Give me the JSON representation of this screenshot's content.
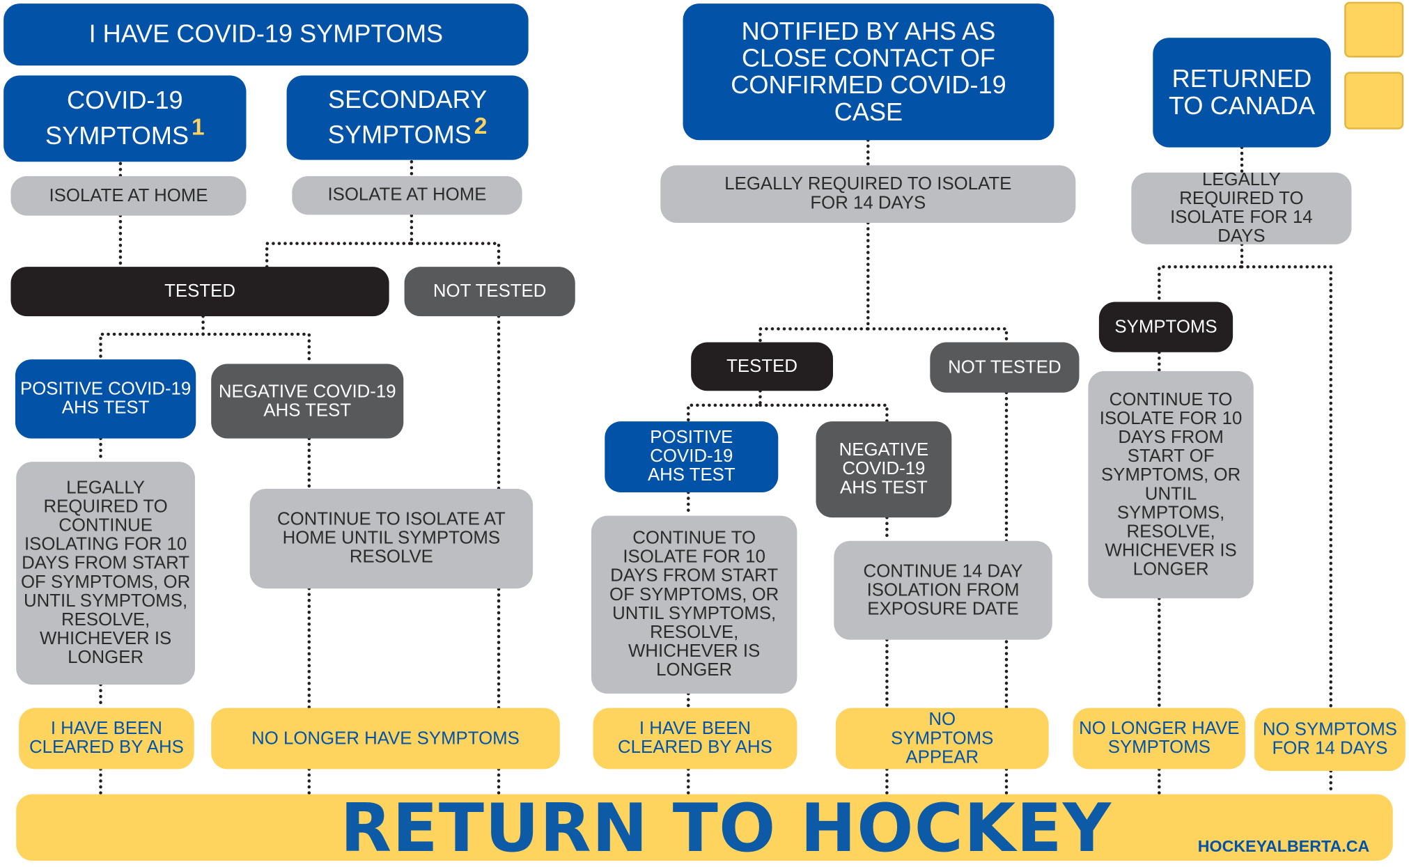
{
  "column1": {
    "header": "I HAVE COVID-19 SYMPTOMS",
    "covid_symptoms": "COVID-19 SYMPTOMS",
    "covid_symptoms_note": "1",
    "secondary_symptoms": "SECONDARY SYMPTOMS",
    "secondary_symptoms_note": "2",
    "isolate_left": "ISOLATE AT HOME",
    "isolate_right": "ISOLATE AT HOME",
    "tested": "TESTED",
    "not_tested": "NOT TESTED",
    "positive": "POSITIVE COVID-19 AHS TEST",
    "negative": "NEGATIVE COVID-19 AHS TEST",
    "legally_required": "LEGALLY REQUIRED TO CONTINUE ISOLATING FOR 10 DAYS FROM START OF SYMPTOMS, OR UNTIL SYMPTOMS, RESOLVE, WHICHEVER IS LONGER",
    "continue_isolate": "CONTINUE TO ISOLATE AT HOME UNTIL SYMPTOMS RESOLVE",
    "cleared": "I HAVE BEEN CLEARED BY AHS",
    "no_longer": "NO LONGER HAVE SYMPTOMS"
  },
  "column2": {
    "header": "NOTIFIED BY AHS AS CLOSE CONTACT OF CONFIRMED COVID-19 CASE",
    "legally_required": "LEGALLY REQUIRED TO ISOLATE FOR 14 DAYS",
    "tested": "TESTED",
    "not_tested": "NOT TESTED",
    "positive": "POSITIVE COVID-19 AHS TEST",
    "negative": "NEGATIVE COVID-19 AHS TEST",
    "continue_isolate": "CONTINUE TO ISOLATE FOR 10 DAYS FROM START OF SYMPTOMS, OR UNTIL SYMPTOMS, RESOLVE, WHICHEVER IS LONGER",
    "continue_14": "CONTINUE 14 DAY ISOLATION FROM EXPOSURE DATE",
    "cleared": "I HAVE BEEN CLEARED BY AHS",
    "no_symptoms": "NO SYMPTOMS APPEAR"
  },
  "column3": {
    "header": "RETURNED TO CANADA",
    "legally_required": "LEGALLY REQUIRED TO ISOLATE FOR 14 DAYS",
    "symptoms": "SYMPTOMS",
    "continue_isolate": "CONTINUE TO ISOLATE FOR 10 DAYS FROM START OF SYMPTOMS, OR UNTIL SYMPTOMS, RESOLVE, WHICHEVER IS LONGER",
    "no_longer": "NO LONGER HAVE SYMPTOMS",
    "no_symptoms_14": "NO SYMPTOMS FOR 14 DAYS"
  },
  "footer": {
    "title": "RETURN TO HOCKEY",
    "url": "HOCKEYALBERTA.CA"
  },
  "colors": {
    "blue": "#0253a8",
    "grey": "#bdbec1",
    "black": "#231f20",
    "dark_grey": "#58595b",
    "yellow": "#fed45f",
    "connector": "#231f20"
  }
}
